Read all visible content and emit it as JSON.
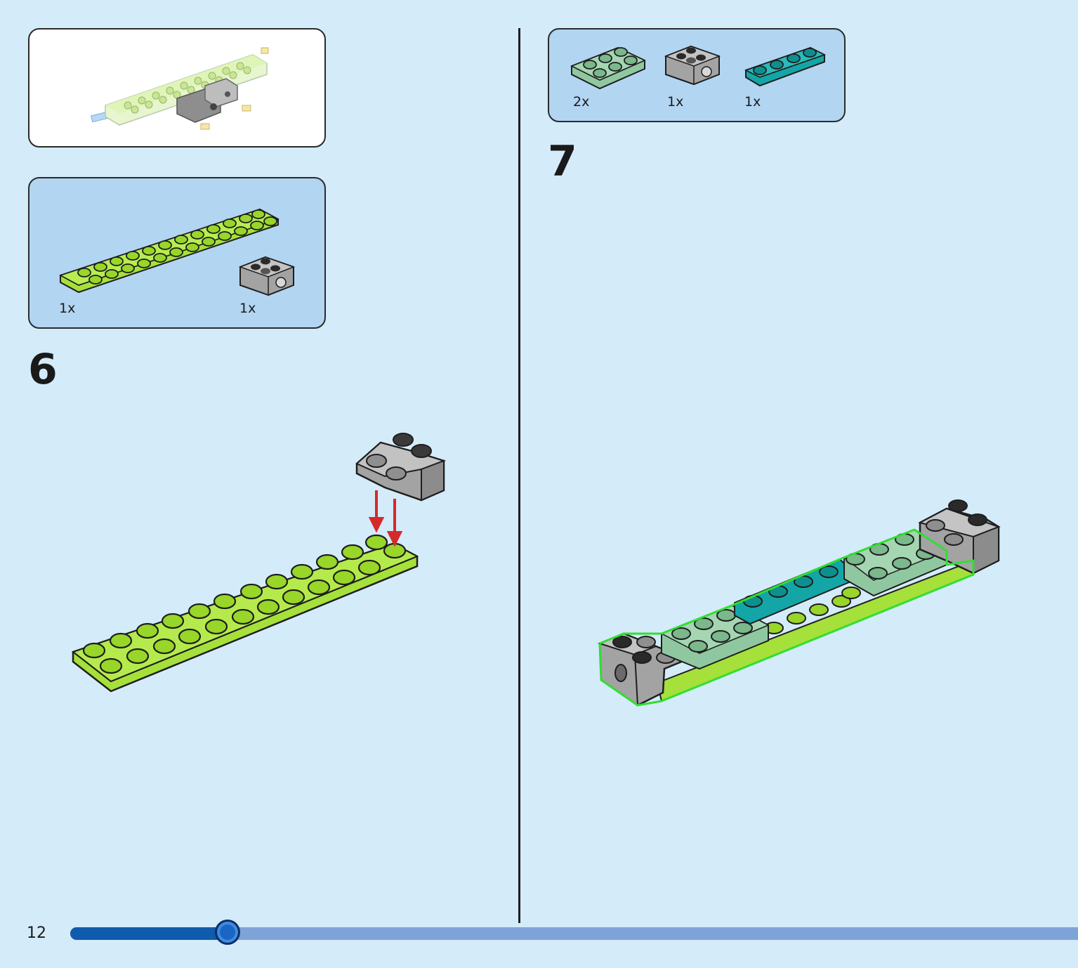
{
  "page": {
    "number": "12",
    "progress_fraction": 0.156
  },
  "steps": [
    {
      "number": "6",
      "parts": [
        {
          "qty": "1x",
          "icon": "lime-plate-2x12-icon",
          "color": "#a6e03a"
        },
        {
          "qty": "1x",
          "icon": "gray-technic-brick-icon",
          "color": "#a3a3a3"
        }
      ]
    },
    {
      "number": "7",
      "parts": [
        {
          "qty": "2x",
          "icon": "sand-green-plate-2x3-icon",
          "color": "#8fc8a0"
        },
        {
          "qty": "1x",
          "icon": "gray-technic-brick-icon",
          "color": "#a3a3a3"
        },
        {
          "qty": "1x",
          "icon": "teal-plate-1x4-icon",
          "color": "#14a6a6"
        }
      ]
    }
  ],
  "colors": {
    "background": "#d4ebfa",
    "parts_box": "#b2d5f2",
    "lime": "#a6e03a",
    "gray": "#a3a3a3",
    "sand_green": "#8fc8a0",
    "teal": "#14a6a6",
    "highlight": "#33dd33",
    "arrow": "#d42a2a",
    "progress_fill": "#0f5bad",
    "progress_track": "#7ea3d8"
  }
}
